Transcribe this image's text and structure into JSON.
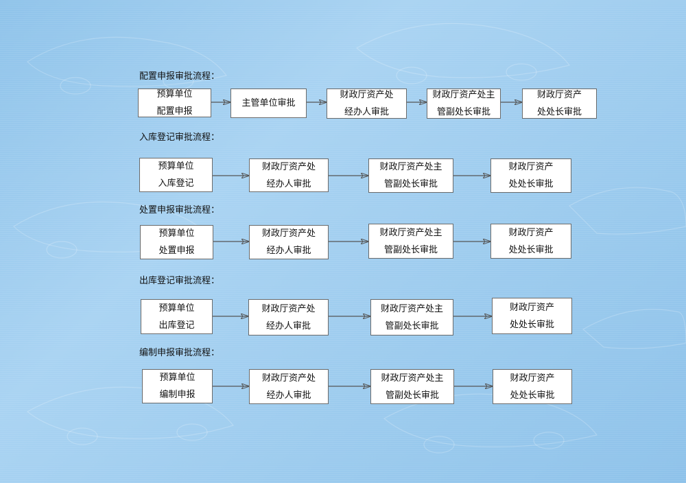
{
  "flows": [
    {
      "title": "配置申报审批流程：",
      "steps": [
        [
          "预算单位",
          "配置申报"
        ],
        [
          "主管单位审批"
        ],
        [
          "财政厅资产处",
          "经办人审批"
        ],
        [
          "财政厅资产处主",
          "管副处长审批"
        ],
        [
          "财政厅资产",
          "处处长审批"
        ]
      ]
    },
    {
      "title": "入库登记审批流程：",
      "steps": [
        [
          "预算单位",
          "入库登记"
        ],
        [
          "财政厅资产处",
          "经办人审批"
        ],
        [
          "财政厅资产处主",
          "管副处长审批"
        ],
        [
          "财政厅资产",
          "处处长审批"
        ]
      ]
    },
    {
      "title": "处置申报审批流程：",
      "steps": [
        [
          "预算单位",
          "处置申报"
        ],
        [
          "财政厅资产处",
          "经办人审批"
        ],
        [
          "财政厅资产处主",
          "管副处长审批"
        ],
        [
          "财政厅资产",
          "处处长审批"
        ]
      ]
    },
    {
      "title": "出库登记审批流程：",
      "steps": [
        [
          "预算单位",
          "出库登记"
        ],
        [
          "财政厅资产处",
          "经办人审批"
        ],
        [
          "财政厅资产处主",
          "管副处长审批"
        ],
        [
          "财政厅资产",
          "处处长审批"
        ]
      ]
    },
    {
      "title": "编制申报审批流程：",
      "steps": [
        [
          "预算单位",
          "编制申报"
        ],
        [
          "财政厅资产处",
          "经办人审批"
        ],
        [
          "财政厅资产处主",
          "管副处长审批"
        ],
        [
          "财政厅资产",
          "处处长审批"
        ]
      ]
    }
  ],
  "colors": {
    "background": "#9fcdf0",
    "box_fill": "#ffffff",
    "box_border": "#6a6a6a",
    "arrow": "#555555"
  }
}
